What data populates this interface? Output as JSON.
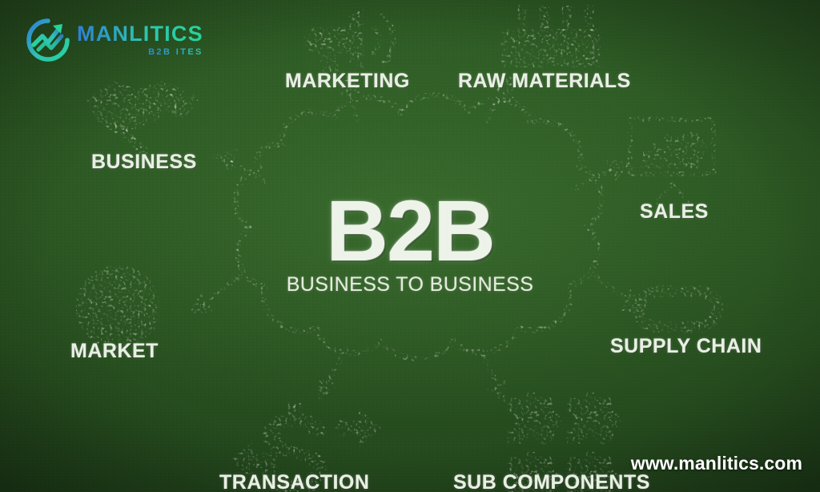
{
  "brand": {
    "logo_icon": "chart-arrow-circle-icon",
    "name": "MANLITICS",
    "tagline": "B2B ITES"
  },
  "center": {
    "icon": "cloud-icon",
    "title": "B2B",
    "subtitle": "BUSINESS TO BUSINESS"
  },
  "nodes": [
    {
      "id": "business",
      "label": "BUSINESS",
      "icon": "handshake-icon"
    },
    {
      "id": "marketing",
      "label": "MARKETING",
      "icon": "megaphone-icon"
    },
    {
      "id": "raw-materials",
      "label": "RAW MATERIALS",
      "icon": "factory-icon"
    },
    {
      "id": "sales",
      "label": "SALES",
      "icon": "presentation-chart-icon"
    },
    {
      "id": "supply-chain",
      "label": "SUPPLY CHAIN",
      "icon": "chain-link-icon"
    },
    {
      "id": "sub-components",
      "label": "SUB COMPONENTS",
      "icon": "puzzle-pieces-icon"
    },
    {
      "id": "transaction",
      "label": "TRANSACTION",
      "icon": "dollar-arrows-icon"
    },
    {
      "id": "market",
      "label": "MARKET",
      "icon": "pie-chart-icon"
    }
  ],
  "footer": {
    "website": "www.manlitics.com"
  },
  "colors": {
    "board_green": "#2b5622",
    "chalk_white": "#e8eee3",
    "logo_blue": "#2f7fd6",
    "logo_teal": "#27d39a",
    "website_white": "#ffffff"
  }
}
